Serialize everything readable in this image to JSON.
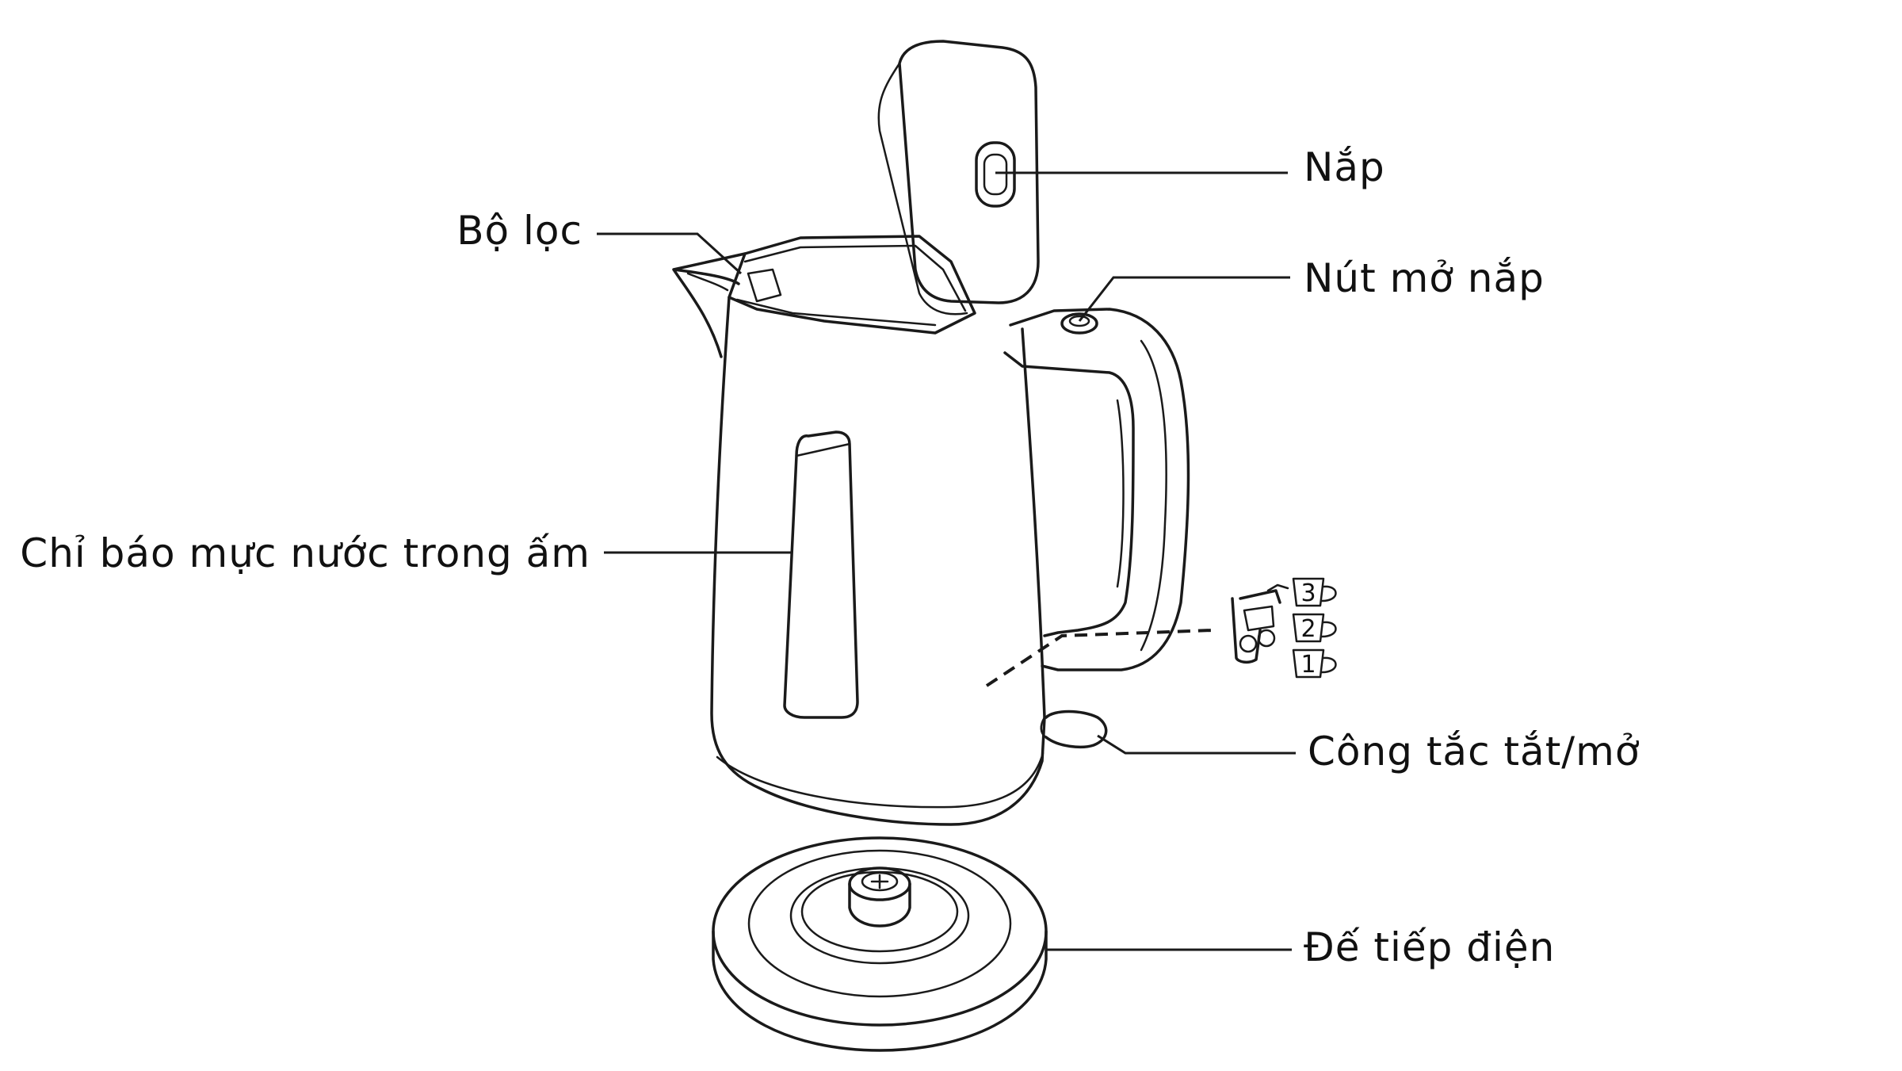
{
  "labels": {
    "lid": "Nắp",
    "lid_release_button": "Nút mở nắp",
    "filter": "Bộ lọc",
    "water_level_indicator": "Chỉ báo mực nước trong ấm",
    "power_switch": "Công tắc tắt/mở",
    "power_base": "Đế tiếp điện"
  },
  "cup_levels": [
    "3",
    "2",
    "1"
  ]
}
